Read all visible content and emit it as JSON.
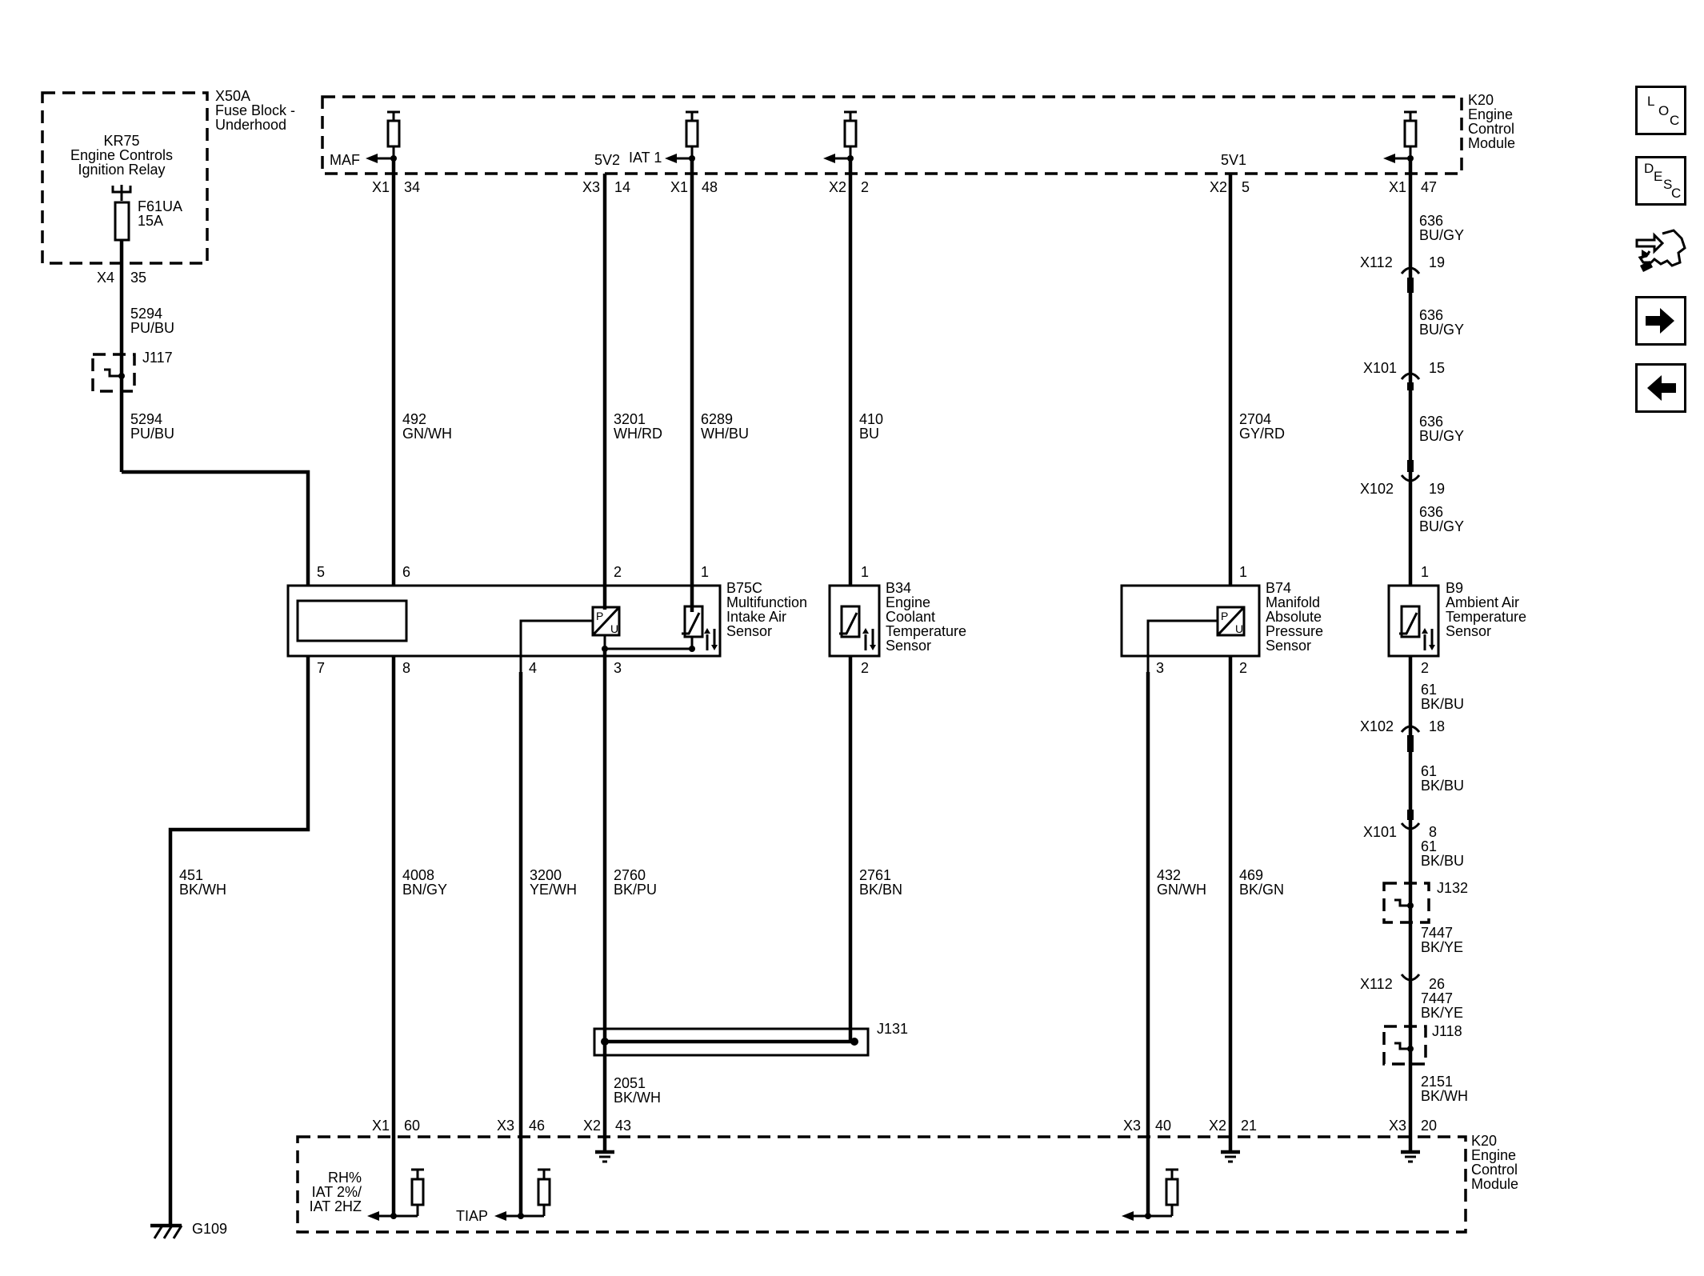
{
  "modules": {
    "x50a": [
      "X50A",
      "Fuse Block -",
      "Underhood"
    ],
    "kr75": [
      "KR75",
      "Engine Controls",
      "Ignition Relay"
    ],
    "f61ua": [
      "F61UA",
      "15A"
    ],
    "k20_top": [
      "K20",
      "Engine",
      "Control",
      "Module"
    ],
    "k20_bottom": [
      "K20",
      "Engine",
      "Control",
      "Module"
    ]
  },
  "top_pins": [
    {
      "conn": "X1",
      "pin": "34",
      "signal": "MAF"
    },
    {
      "conn": "X3",
      "pin": "14",
      "signal": "5V2"
    },
    {
      "conn": "X1",
      "pin": "48",
      "signal": "IAT 1"
    },
    {
      "conn": "X2",
      "pin": "2"
    },
    {
      "conn": "X2",
      "pin": "5",
      "signal": "5V1"
    },
    {
      "conn": "X1",
      "pin": "47"
    },
    {
      "conn": "X4",
      "pin": "35"
    }
  ],
  "bottom_pins": [
    {
      "conn": "X1",
      "pin": "60"
    },
    {
      "conn": "X3",
      "pin": "46"
    },
    {
      "conn": "X2",
      "pin": "43"
    },
    {
      "conn": "X3",
      "pin": "40"
    },
    {
      "conn": "X2",
      "pin": "21"
    },
    {
      "conn": "X3",
      "pin": "20"
    }
  ],
  "bottom_signals": {
    "rh": [
      "RH%",
      "IAT 2%/",
      "IAT 2HZ"
    ],
    "tiap": "TIAP"
  },
  "wires": {
    "w5294a": [
      "5294",
      "PU/BU"
    ],
    "w5294b": [
      "5294",
      "PU/BU"
    ],
    "w492": [
      "492",
      "GN/WH"
    ],
    "w3201": [
      "3201",
      "WH/RD"
    ],
    "w6289": [
      "6289",
      "WH/BU"
    ],
    "w410": [
      "410",
      "BU"
    ],
    "w2704": [
      "2704",
      "GY/RD"
    ],
    "w636a": [
      "636",
      "BU/GY"
    ],
    "w636b": [
      "636",
      "BU/GY"
    ],
    "w636c": [
      "636",
      "BU/GY"
    ],
    "w636d": [
      "636",
      "BU/GY"
    ],
    "w451": [
      "451",
      "BK/WH"
    ],
    "w4008": [
      "4008",
      "BN/GY"
    ],
    "w3200": [
      "3200",
      "YE/WH"
    ],
    "w2760": [
      "2760",
      "BK/PU"
    ],
    "w2761": [
      "2761",
      "BK/BN"
    ],
    "w432": [
      "432",
      "GN/WH"
    ],
    "w469": [
      "469",
      "BK/GN"
    ],
    "w61a": [
      "61",
      "BK/BU"
    ],
    "w61b": [
      "61",
      "BK/BU"
    ],
    "w61c": [
      "61",
      "BK/BU"
    ],
    "w7447a": [
      "7447",
      "BK/YE"
    ],
    "w7447b": [
      "7447",
      "BK/YE"
    ],
    "w2051": [
      "2051",
      "BK/WH"
    ],
    "w2151": [
      "2151",
      "BK/WH"
    ]
  },
  "inline_connectors": [
    {
      "name": "X112",
      "pin": "19"
    },
    {
      "name": "X101",
      "pin": "15"
    },
    {
      "name": "X102",
      "pin": "19"
    },
    {
      "name": "X102",
      "pin": "18"
    },
    {
      "name": "X101",
      "pin": "8"
    },
    {
      "name": "X112",
      "pin": "26"
    }
  ],
  "splices": [
    "J117",
    "J132",
    "J118",
    "J131"
  ],
  "ground": "G109",
  "sensors": {
    "b75c": {
      "label": [
        "B75C",
        "Multifunction",
        "Intake Air",
        "Sensor"
      ],
      "pins_top": [
        "5",
        "6",
        "2",
        "1"
      ],
      "pins_bottom": [
        "7",
        "8",
        "4",
        "3"
      ]
    },
    "b34": {
      "label": [
        "B34",
        "Engine",
        "Coolant",
        "Temperature",
        "Sensor"
      ],
      "pins": [
        "1",
        "2"
      ]
    },
    "b74": {
      "label": [
        "B74",
        "Manifold",
        "Absolute",
        "Pressure",
        "Sensor"
      ],
      "pins": [
        "1",
        "3",
        "2"
      ]
    },
    "b9": {
      "label": [
        "B9",
        "Ambient Air",
        "Temperature",
        "Sensor"
      ],
      "pins": [
        "1",
        "2"
      ]
    }
  },
  "pressure_symbol": {
    "p": "P",
    "u": "U"
  },
  "nav": {
    "loc": [
      "L",
      "O",
      "C"
    ],
    "desc": [
      "D",
      "E",
      "S",
      "C"
    ]
  },
  "icons": [
    "loc-icon",
    "desc-icon",
    "connector-tool-icon",
    "arrow-right-icon",
    "arrow-left-icon"
  ]
}
